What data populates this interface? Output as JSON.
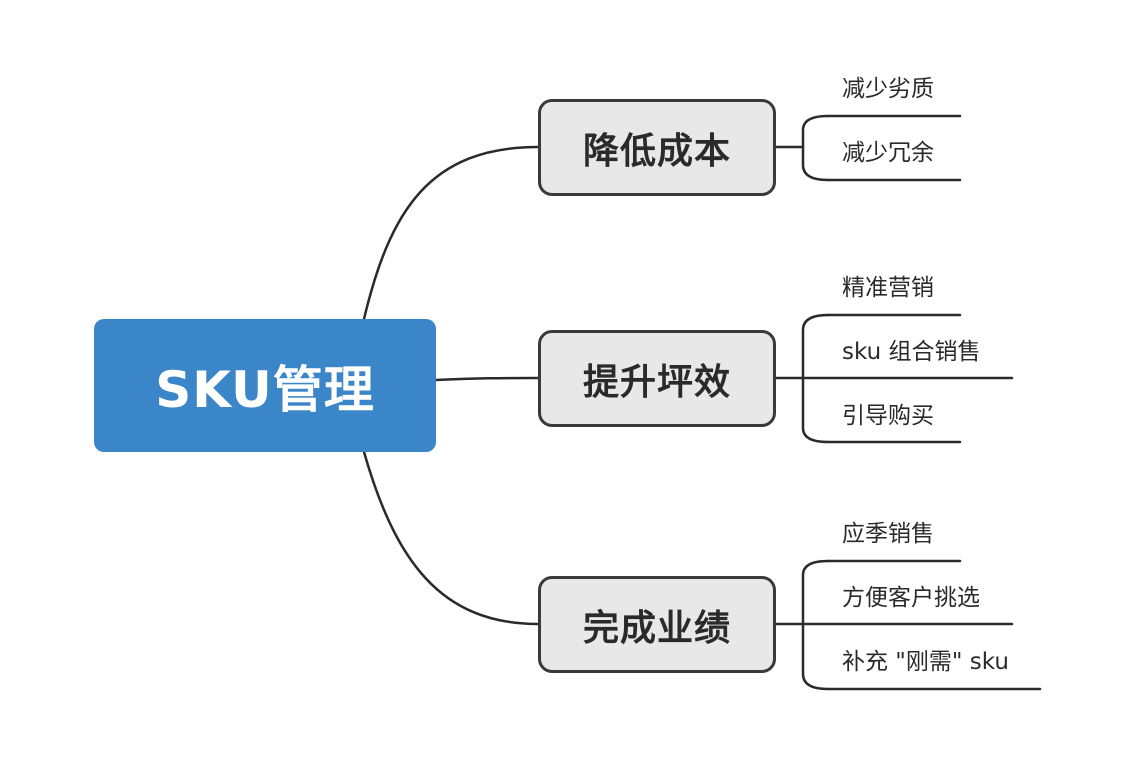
{
  "root": {
    "label": "SKU管理"
  },
  "branches": [
    {
      "label": "降低成本",
      "leaves": [
        "减少劣质",
        "减少冗余"
      ]
    },
    {
      "label": "提升坪效",
      "leaves": [
        "精准营销",
        "sku 组合销售",
        "引导购买"
      ]
    },
    {
      "label": "完成业绩",
      "leaves": [
        "应季销售",
        "方便客户挑选",
        "补充 \"刚需\" sku"
      ]
    }
  ]
}
